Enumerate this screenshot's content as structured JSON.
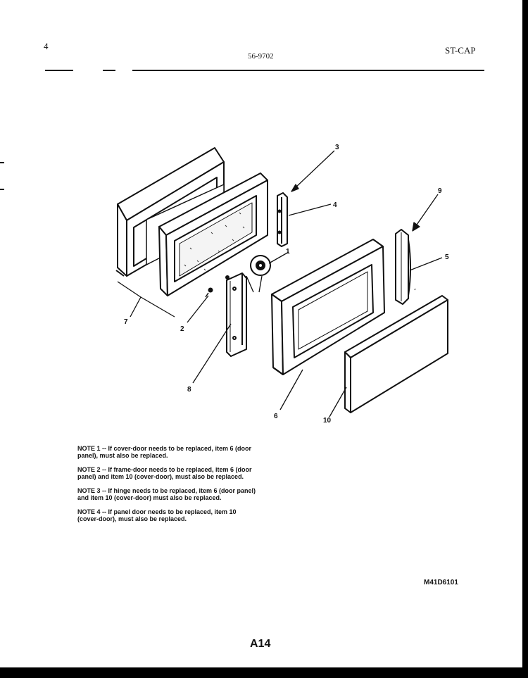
{
  "header": {
    "page_number": "4",
    "document_number": "56-9702",
    "model": "ST-CAP"
  },
  "callouts": [
    "1",
    "2",
    "3",
    "4",
    "5",
    "6",
    "7",
    "8",
    "9",
    "10"
  ],
  "notes": [
    "NOTE 1 -- If cover-door needs to be replaced, item 6 (door\npanel), must also be replaced.",
    "NOTE 2 -- If frame-door needs to be replaced, item 6 (door\npanel) and item 10 (cover-door), must also be replaced.",
    "NOTE 3 -- If hinge needs to be replaced, item 6 (door panel)\nand item 10 (cover-door) must also be replaced.",
    "NOTE 4 -- If panel door needs to be replaced, item 10\n(cover-door), must also be replaced."
  ],
  "diagram_reference": "M41D6101",
  "page_id": "A14"
}
